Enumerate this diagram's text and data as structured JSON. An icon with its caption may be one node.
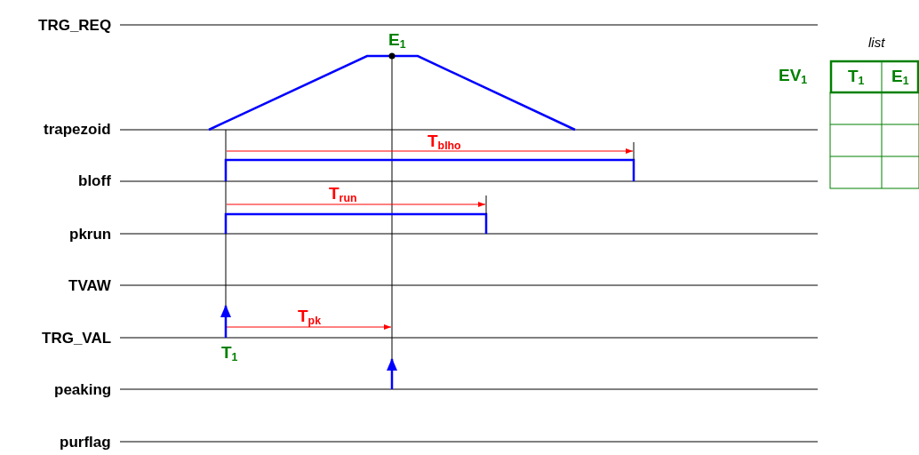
{
  "diagram": {
    "labels": [
      "TRG_REQ",
      "E$_{1}$",
      "list",
      "EV$_{1}$",
      "T$_{1}$",
      "E$_{1}$",
      "trapezoid",
      "T$_{blho}$",
      "bloff",
      "T$_{run}$",
      "pkrun",
      "TVAW",
      "T$_{pk}$",
      "TRG_VAL",
      "T$_{1}$",
      "peaking",
      "purflag"
    ]
  }
}
